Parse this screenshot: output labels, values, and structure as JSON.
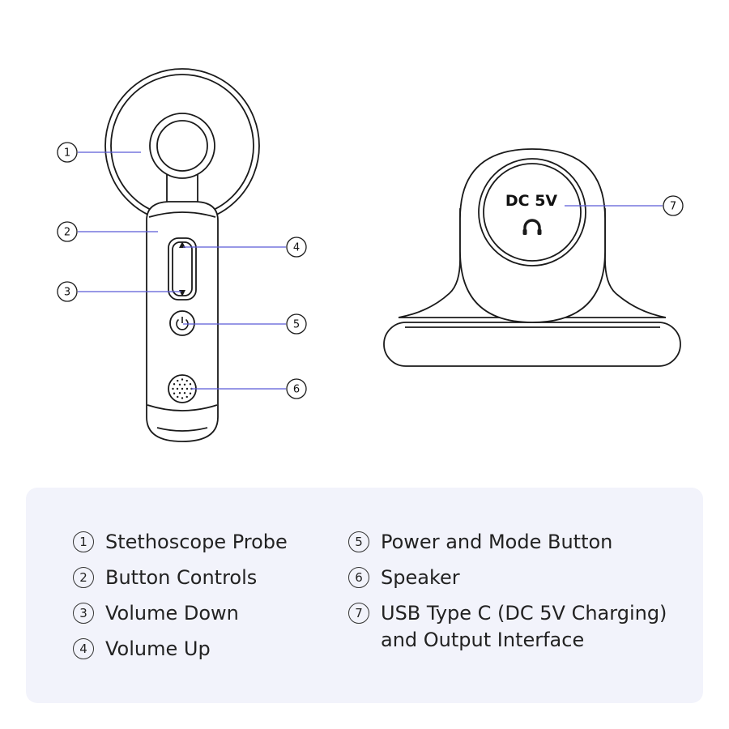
{
  "colors": {
    "outline": "#1a1a1a",
    "leader_line": "#5b5bd6",
    "legend_bg": "#f2f3fb",
    "text": "#222222"
  },
  "port_label": {
    "voltage": "DC 5V",
    "icon": "headphone-icon"
  },
  "callouts": [
    "1",
    "2",
    "3",
    "4",
    "5",
    "6",
    "7"
  ],
  "volume_up_icon": "triangle-up-icon",
  "volume_down_icon": "triangle-down-icon",
  "power_icon": "power-icon",
  "speaker_icon": "speaker-grille-icon",
  "legend": [
    {
      "num": "1",
      "text": "Stethoscope Probe"
    },
    {
      "num": "2",
      "text": "Button Controls"
    },
    {
      "num": "3",
      "text": "Volume Down"
    },
    {
      "num": "4",
      "text": "Volume Up"
    },
    {
      "num": "5",
      "text": "Power and Mode Button"
    },
    {
      "num": "6",
      "text": "Speaker"
    },
    {
      "num": "7",
      "text": "USB Type C (DC 5V Charging)\nand Output Interface"
    }
  ]
}
